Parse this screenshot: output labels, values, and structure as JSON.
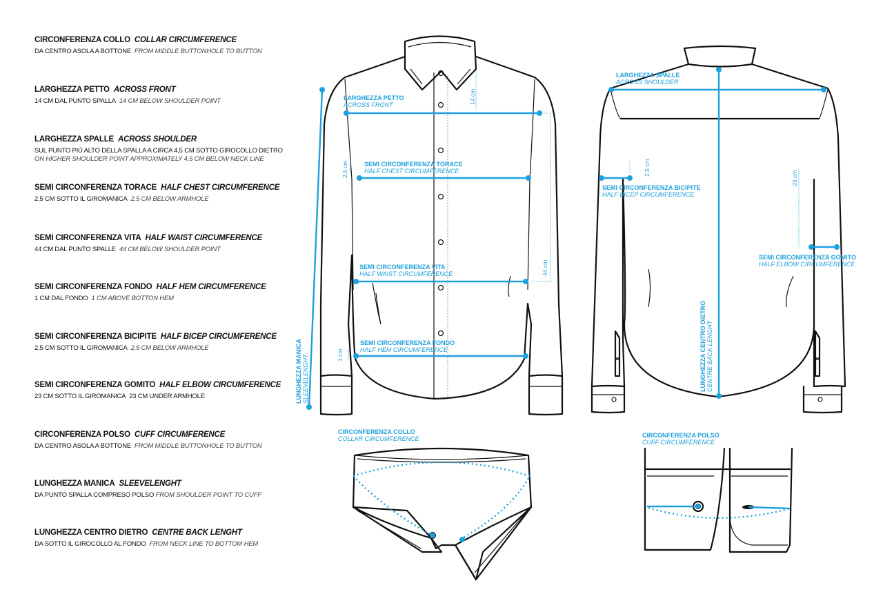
{
  "measurements": [
    {
      "it": "CIRCONFERENZA COLLO",
      "en": "COLLAR CIRCUMFERENCE",
      "desc_it": "DA CENTRO ASOLA A BOTTONE",
      "desc_en": "FROM MIDDLE BUTTONHOLE TO BUTTON"
    },
    {
      "it": "LARGHEZZA PETTO",
      "en": "ACROSS FRONT",
      "desc_it": "14 CM DAL PUNTO SPALLA",
      "desc_en": "14 CM BELOW SHOULDER POINT"
    },
    {
      "it": "LARGHEZZA SPALLE",
      "en": "ACROSS SHOULDER",
      "desc_it": "SUL PUNTO PIÙ ALTO DELLA SPALLA A CIRCA 4,5 CM SOTTO GIROCOLLO DIETRO",
      "desc_en": "ON HIGHER SHOULDER POINT APPROXIMATELY 4,5 CM BELOW NECK LINE"
    },
    {
      "it": "SEMI CIRCONFERENZA TORACE",
      "en": "HALF CHEST CIRCUMFERENCE",
      "desc_it": "2,5 CM SOTTO IL GIROMANICA",
      "desc_en": "2,5 CM BELOW ARMHOLE"
    },
    {
      "it": "SEMI CIRCONFERENZA VITA",
      "en": "HALF WAIST CIRCUMFERENCE",
      "desc_it": "44 CM DAL PUNTO SPALLE",
      "desc_en": "44 CM BELOW SHOULDER POINT"
    },
    {
      "it": "SEMI CIRCONFERENZA FONDO",
      "en": "HALF HEM CIRCUMFERENCE",
      "desc_it": "1 CM DAL FONDO",
      "desc_en": "1 CM ABOVE BOTTON HEM"
    },
    {
      "it": "SEMI CIRCONFERENZA BICIPITE",
      "en": "HALF BICEP CIRCUMFERENCE",
      "desc_it": "2,5 CM SOTTO IL GIROMANICA",
      "desc_en": "2,5 CM BELOW ARMHOLE"
    },
    {
      "it": "SEMI CIRCONFERENZA GOMITO",
      "en": "HALF ELBOW CIRCUMFERENCE",
      "desc_it": "23 CM SOTTO IL GIROMANICA",
      "desc_en": "23 CM UNDER ARMHOLE"
    },
    {
      "it": "CIRCONFERENZA POLSO",
      "en": "CUFF CIRCUMFERENCE",
      "desc_it": "DA CENTRO ASOLA A BOTTONE",
      "desc_en": "FROM MIDDLE BUTTONHOLE TO BUTTON"
    },
    {
      "it": "LUNGHEZZA MANICA",
      "en": "SLEEVELENGHT",
      "desc_it": "DA PUNTO SPALLA COMPRESO POLSO",
      "desc_en": "FROM SHOULDER POINT TO CUFF"
    },
    {
      "it": "LUNGHEZZA CENTRO DIETRO",
      "en": "CENTRE BACK LENGHT",
      "desc_it": "DA SOTTO IL GIROCOLLO AL FONDO",
      "desc_en": "FROM NECK LINE TO BOTTOM HEM"
    }
  ],
  "diagram_labels": {
    "front_chest": {
      "it": "LARGHEZZA PETTO",
      "en": "ACROSS FRONT"
    },
    "front_torace": {
      "it": "SEMI CIRCONFERENZA TORACE",
      "en": "HALF CHEST CIRCUMFERENCE"
    },
    "front_waist": {
      "it": "SEMI CIRCONFERENZA VITA",
      "en": "HALF WAIST CIRCUMFERENCE"
    },
    "front_hem": {
      "it": "SEMI CIRCONFERENZA FONDO",
      "en": "HALF HEM CIRCUMFERENCE"
    },
    "front_sleeve": {
      "it": "LUNGHEZZA MANICA",
      "en": "SLEEVELENGHT"
    },
    "back_shoulder": {
      "it": "LARGHEZZA SPALLE",
      "en": "ACROSS SHOULDER"
    },
    "back_bicep": {
      "it": "SEMI CIRCONFERENZA BICIPITE",
      "en": "HALF BICEP CIRCUMFERENCE"
    },
    "back_elbow": {
      "it": "SEMI CIRCONFERENZA GOMITO",
      "en": "HALF ELBOW CIRCUMFERENCE"
    },
    "back_length": {
      "it": "LUNGHEZZA CENTRO DIETRO",
      "en": "CENTRE BACK LENGHT"
    },
    "collar": {
      "it": "CIRCONFERENZA COLLO",
      "en": "COLLAR CIRCUMFERENCE"
    },
    "cuff": {
      "it": "CIRCONFERENZA POLSO",
      "en": "CUFF CIRCUMFERENCE"
    }
  },
  "dimension_marks": {
    "cm14": "14 cm",
    "cm25a": "2,5 cm",
    "cm44": "44 cm",
    "cm1": "1 cm",
    "cm25b": "2,5 cm",
    "cm23": "23 cm"
  },
  "accent_color": "#1ea0dc"
}
